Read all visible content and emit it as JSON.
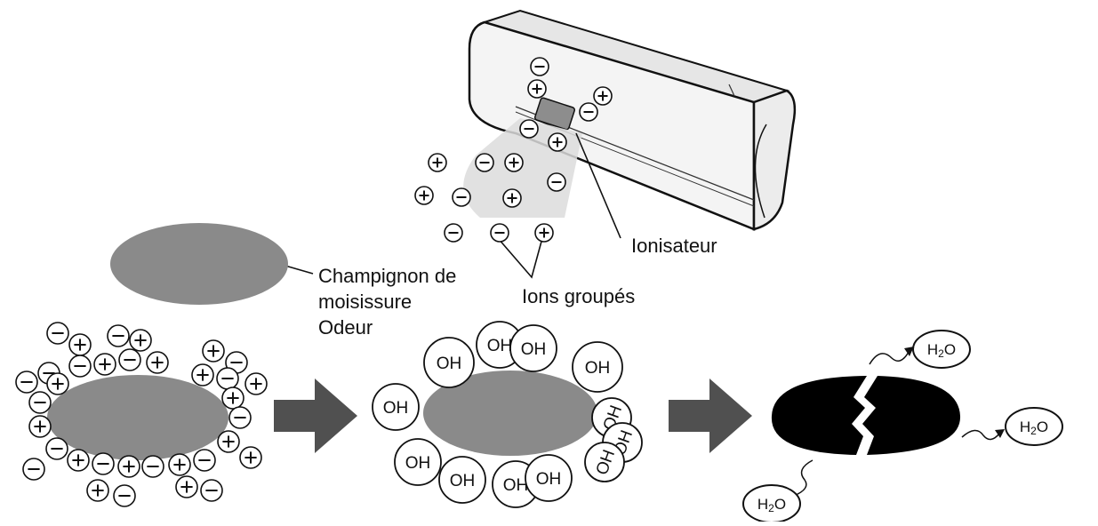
{
  "labels": {
    "ionizer": "Ionisateur",
    "clustered_ions": "Ions groupés",
    "mold_line1": "Champignon de",
    "mold_line2": "moisissure",
    "mold_line3": "Odeur"
  },
  "symbols": {
    "hydroxyl": "OH",
    "water": "H2O",
    "plus": "+",
    "minus": "−"
  },
  "colors": {
    "mold": "#8a8a8a",
    "mold_destroyed": "#000000",
    "arrow": "#505050",
    "airflow": "#d9d9d9",
    "unit_body": "#f2f2f2"
  }
}
